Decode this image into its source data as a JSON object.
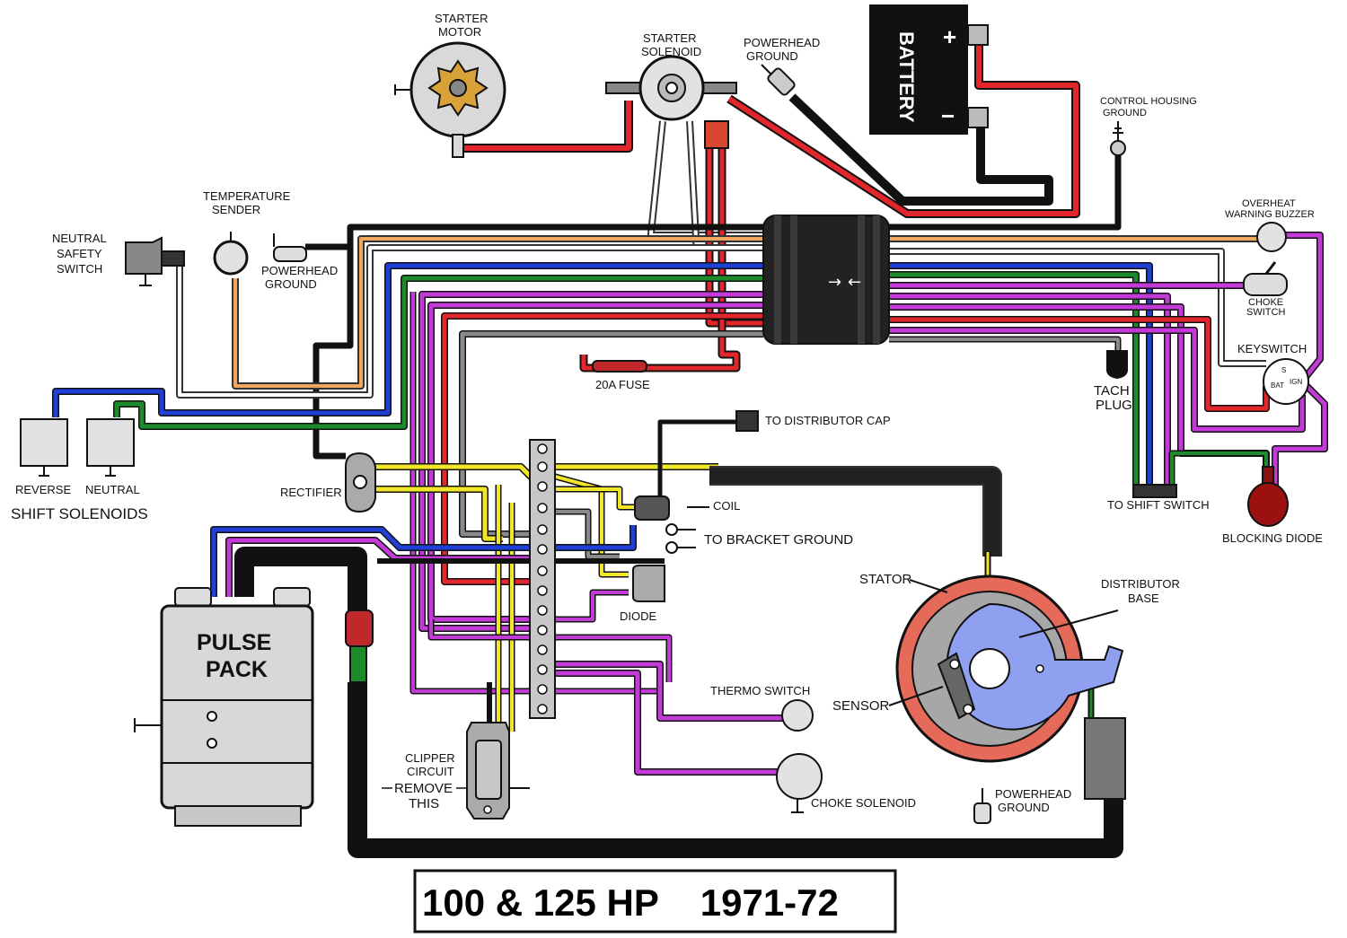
{
  "title": "100 & 125 HP    1971-72",
  "colors": {
    "red": "#e3262b",
    "black": "#111111",
    "blue": "#1f3fd6",
    "green": "#1d8a2c",
    "purple": "#c23bd6",
    "yellow": "#f2e628",
    "tan": "#f0a860",
    "gray": "#8a8a8a",
    "white": "#ffffff",
    "stator": "#e56a5a",
    "distributor": "#8fa0f0"
  },
  "labels": {
    "starter_motor_1": "STARTER",
    "starter_motor_2": "MOTOR",
    "starter_solenoid_1": "STARTER",
    "starter_solenoid_2": "SOLENOID",
    "powerhead_ground_top_1": "POWERHEAD",
    "powerhead_ground_top_2": "GROUND",
    "battery": "BATTERY",
    "battery_plus": "+",
    "battery_minus": "−",
    "control_housing_ground_1": "CONTROL HOUSING",
    "control_housing_ground_2": "GROUND",
    "overheat_buzzer_1": "OVERHEAT",
    "overheat_buzzer_2": "WARNING BUZZER",
    "neutral_safety_1": "NEUTRAL",
    "neutral_safety_2": "SAFETY",
    "neutral_safety_3": "SWITCH",
    "temp_sender_1": "TEMPERATURE",
    "temp_sender_2": "SENDER",
    "powerhead_ground_left_1": "POWERHEAD",
    "powerhead_ground_left_2": "GROUND",
    "choke_switch_1": "CHOKE",
    "choke_switch_2": "SWITCH",
    "keyswitch": "KEYSWITCH",
    "fuse": "20A FUSE",
    "tach_plug_1": "TACH",
    "tach_plug_2": "PLUG",
    "reverse": "REVERSE",
    "neutral": "NEUTRAL",
    "shift_solenoids": "SHIFT SOLENOIDS",
    "rectifier": "RECTIFIER",
    "distributor_cap": "TO DISTRIBUTOR CAP",
    "coil": "COIL",
    "bracket_ground": "TO BRACKET GROUND",
    "to_shift_switch": "TO SHIFT SWITCH",
    "blocking_diode": "BLOCKING DIODE",
    "pulse_pack_1": "PULSE",
    "pulse_pack_2": "PACK",
    "diode": "DIODE",
    "stator": "STATOR",
    "distributor_base_1": "DISTRIBUTOR",
    "distributor_base_2": "BASE",
    "thermo_switch": "THERMO SWITCH",
    "sensor": "SENSOR",
    "clipper_1": "CLIPPER",
    "clipper_2": "CIRCUIT",
    "clipper_3": "REMOVE",
    "clipper_4": "THIS",
    "choke_solenoid": "CHOKE SOLENOID",
    "powerhead_ground_bottom_1": "POWERHEAD",
    "powerhead_ground_bottom_2": "GROUND",
    "key_s": "S",
    "key_ign": "IGN",
    "key_bat": "BAT"
  }
}
